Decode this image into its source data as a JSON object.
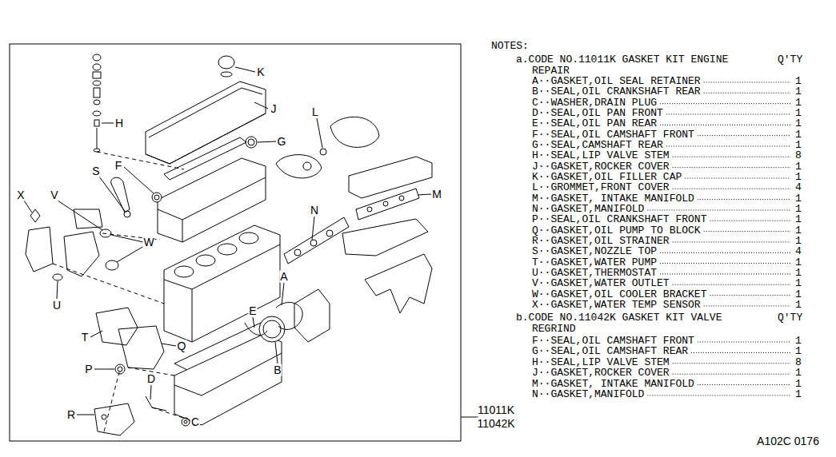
{
  "diagram": {
    "labels": [
      "NOTES:",
      "a.CODE NO.11011K GASKET KIT ENGINE REPAIR",
      "Q'TY",
      "A··GASKET,OIL SEAL RETAINER",
      "1",
      "B··SEAL,OIL CRANKSHAFT REAR",
      "1",
      "C··WASHER,DRAIN PLUG",
      "1",
      "D··SEAL,OIL PAN FRONT",
      "1",
      "E··SEAL,OIL PAN REAR",
      "1",
      "F··SEAL,OIL CAMSHAFT FRONT",
      "1",
      "G··SEAL,CAMSHAFT REAR",
      "1",
      "H··SEAL,LIP VALVE STEM",
      "8",
      "J··GASKET,ROCKER COVER",
      "1",
      "K··GASKET,OIL FILLER CAP",
      "1",
      "L··GROMMET,FRONT COVER",
      "4",
      "M··GASKET, INTAKE MANIFOLD",
      "1",
      "N··GASKET,MANIFOLD",
      "1",
      "P··SEAL,OIL CRANKSHAFT FRONT",
      "1",
      "Q··GASKET,OIL PUMP TO BLOCK",
      "1",
      "R··GASKET,OIL STRAINER",
      "1",
      "S··GASKET,NOZZLE TOP",
      "4",
      "T··GASKET,WATER PUMP",
      "1",
      "U··GASKET,THERMOSTAT",
      "1",
      "V··GASKET,WATER OUTLET",
      "1",
      "W··GASKET,OIL COOLER BRACKET",
      "1",
      "X··GASKET,WATER TEMP SENSOR",
      "1",
      "b.CODE NO.11042K GASKET KIT VALVE REGRIND",
      "Q'TY",
      "F··SEAL,OIL CAMSHAFT FRONT",
      "1",
      "G··SEAL,OIL CAMSHAFT REAR",
      "1",
      "H··SEAL,LIP VALVE STEM",
      "8",
      "J··GASKET,ROCKER COVER",
      "1",
      "M··GASKET, INTAKE MANIFOLD",
      "1",
      "N··GASKET,MANIFOLD",
      "1",
      "K",
      "J",
      "G",
      "H",
      "F",
      "S",
      "L",
      "X",
      "V",
      "W",
      "N",
      "M",
      "A",
      "E",
      "T",
      "Q",
      "P",
      "D",
      "B",
      "U",
      "R",
      "C",
      "11011K",
      "11042K",
      "A102C 0176"
    ]
  }
}
